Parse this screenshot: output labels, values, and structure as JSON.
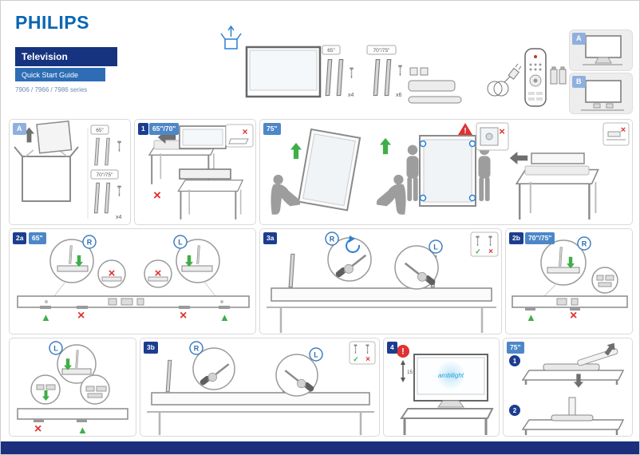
{
  "brand": {
    "logo": "PHILIPS",
    "product": "Television",
    "guide": "Quick Start Guide",
    "series": "7906 / 7966 / 7986 series"
  },
  "labels": {
    "size_65": "65\"",
    "size_65_70": "65\"/70\"",
    "size_70_75": "70\"/75\"",
    "size_75": "75\"",
    "qty_x4": "x4",
    "qty_x6": "x6",
    "right": "R",
    "left": "L"
  },
  "steps": {
    "a": "A",
    "b": "B",
    "s1": "1",
    "s2a": "2a",
    "s3a": "3a",
    "s2b": "2b",
    "s3b": "3b",
    "s4": "4",
    "sub1": "1",
    "sub2": "2"
  },
  "annotations": {
    "warning": "!",
    "distance": "15 cm",
    "ambilight": "ambilight"
  },
  "icons": {
    "check": "✓",
    "cross": "×",
    "arrow_up": "▲"
  },
  "colors": {
    "philips_blue": "#0b66b3",
    "banner_dark": "#16337f",
    "banner_light": "#2e6db5",
    "badge_navy": "#1c3d8f",
    "badge_blue": "#4d87c8",
    "badge_ab": "#8fb0de",
    "ok_green": "#3fae49",
    "error_red": "#e03131",
    "footer_blue": "#1b2f7e"
  }
}
